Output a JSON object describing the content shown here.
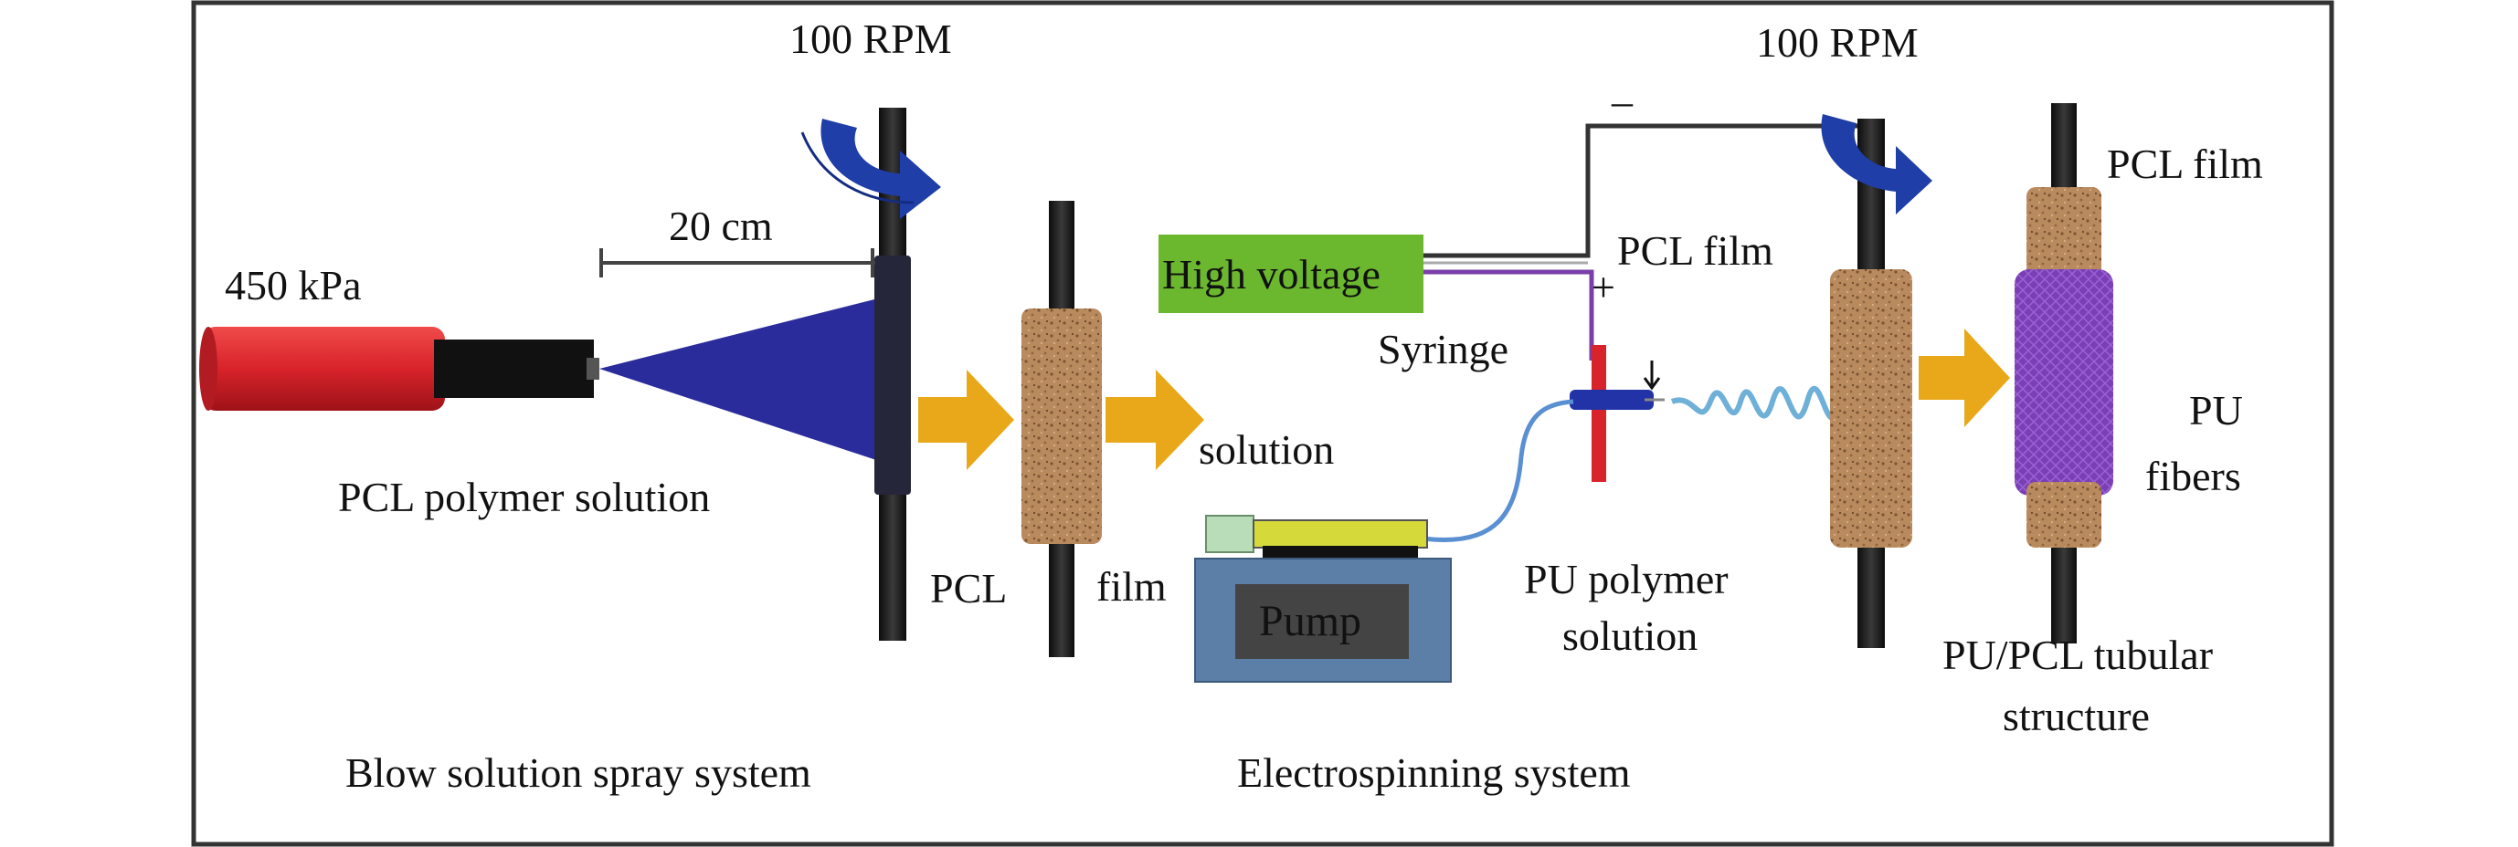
{
  "colors": {
    "frame": "#333333",
    "nozzle_red": "#d8232a",
    "spray_blue": "#2b2c9c",
    "arrow_yellow": "#e8a81a",
    "cork": "#b98a5e",
    "high_voltage_green": "#6bb82e",
    "pu_purple": "#7a3fb5",
    "fiber_blue": "#6fb0d8",
    "pump_body": "#5b7fa6",
    "syringe_yellow": "#d5d93a",
    "needle_red": "#d8232a"
  },
  "labels": {
    "rpm_left": "100 RPM",
    "rpm_right": "100 RPM",
    "distance": "20 cm",
    "pressure": "450 kPa",
    "pcl_polymer_solution": "PCL polymer solution",
    "pcl": "PCL",
    "film": "film",
    "high_voltage": "High voltage",
    "minus": "–",
    "plus": "+",
    "pcl_film_mid": "PCL film",
    "syringe": "Syringe",
    "solution": "solution",
    "pump": "Pump",
    "pu_polymer": "PU polymer",
    "pu_solution": "solution",
    "pcl_film_right": "PCL film",
    "pu": "PU",
    "fibers": "fibers",
    "pu_pcl_tubular": "PU/PCL tubular",
    "structure": "structure",
    "blow_system": "Blow solution spray system",
    "electrospinning_system": "Electrospinning system"
  }
}
